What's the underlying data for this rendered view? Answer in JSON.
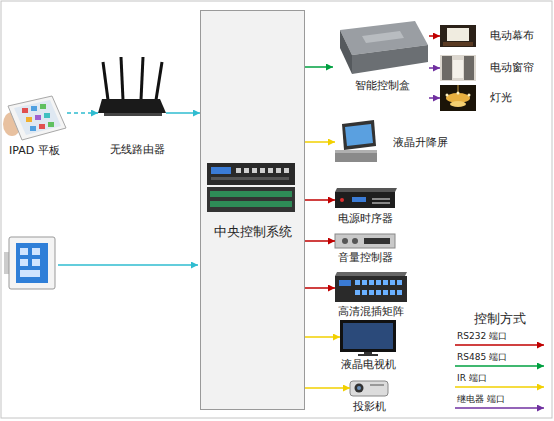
{
  "diagram": {
    "nodes": [
      {
        "text": [
          "IPAD 平板"
        ]
      },
      {
        "text": [
          "无线路由器"
        ]
      },
      {
        "text": [
          "中央控制系统"
        ]
      },
      {
        "text": [
          "智能控制盒"
        ]
      },
      {
        "text": [
          "电动幕布"
        ]
      },
      {
        "text": [
          "电动窗帘"
        ]
      },
      {
        "text": [
          "灯光"
        ]
      },
      {
        "text": [
          "液晶升降屏"
        ]
      },
      {
        "text": [
          "电源时序器"
        ]
      },
      {
        "text": [
          "音量控制器"
        ]
      },
      {
        "text": [
          "高清混插矩阵"
        ]
      },
      {
        "text": [
          "液晶电视机"
        ]
      },
      {
        "text": [
          "投影机"
        ]
      }
    ],
    "edges": [
      {
        "from": 0,
        "to": 1,
        "arrow": "to"
      },
      {
        "from": 1,
        "to": 2,
        "arrow": "to"
      },
      {
        "from": 2,
        "to": 3,
        "arrow": "to"
      },
      {
        "from": 3,
        "to": 4,
        "arrow": "to"
      },
      {
        "from": 3,
        "to": 5,
        "arrow": "to"
      },
      {
        "from": 3,
        "to": 6,
        "arrow": "to"
      },
      {
        "from": 2,
        "to": 7,
        "arrow": "to"
      },
      {
        "from": 2,
        "to": 8,
        "arrow": "to"
      },
      {
        "from": 2,
        "to": 9,
        "arrow": "to"
      },
      {
        "from": 2,
        "to": 10,
        "arrow": "to"
      },
      {
        "from": 2,
        "to": 11,
        "arrow": "to"
      },
      {
        "from": 2,
        "to": 12,
        "arrow": "to"
      }
    ],
    "labels": [
      "控制方式"
    ],
    "legend": [
      {
        "text": "RS232 端口"
      },
      {
        "text": "RS485 端口"
      },
      {
        "text": "IR 端口"
      },
      {
        "text": "继电器 端口"
      }
    ]
  }
}
